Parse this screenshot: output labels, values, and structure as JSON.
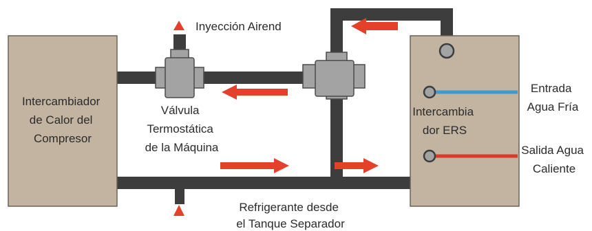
{
  "colors": {
    "pipe": "#3d3d3d",
    "box_fill": "#c2b4a1",
    "box_stroke": "#6b6258",
    "valve_fill": "#a3a3a3",
    "valve_stroke": "#4a4a4a",
    "arrow": "#e3412b",
    "cold_line": "#3d9ad3",
    "hot_line": "#d93a2b",
    "text": "#2b2b2b"
  },
  "compressor": {
    "line1": "Intercambiador",
    "line2": "de Calor del",
    "line3": "Compresor"
  },
  "ers": {
    "line1": "Intercambia",
    "line2": "dor ERS"
  },
  "valve_label": {
    "line1": "Válvula",
    "line2": "Termostática",
    "line3": "de la Máquina"
  },
  "injection_label": "Inyección Airend",
  "refrigerant_label": {
    "line1": "Refrigerante desde",
    "line2": "el Tanque Separador"
  },
  "cold_water": {
    "line1": "Entrada",
    "line2": "Agua Fría"
  },
  "hot_water": {
    "line1": "Salida Agua",
    "line2": "Caliente"
  }
}
